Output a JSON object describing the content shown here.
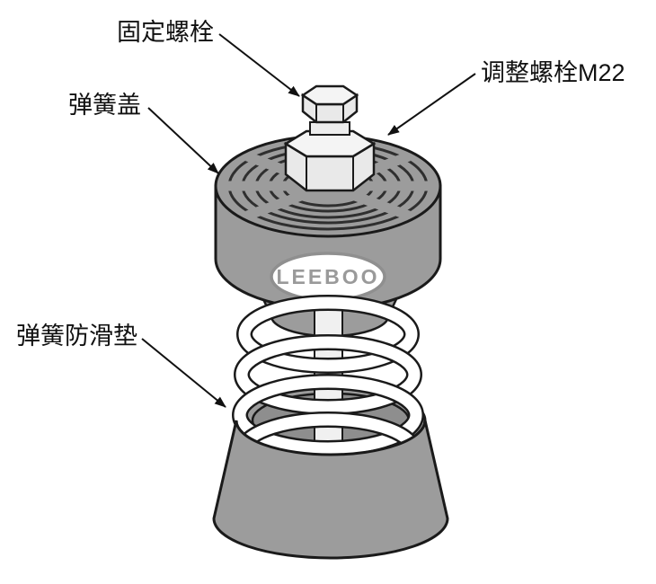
{
  "diagram": {
    "type": "technical-illustration",
    "subject": "spring vibration damper exploded view",
    "labels": {
      "fixing_bolt": "固定螺栓",
      "adjusting_bolt": "调整螺栓M22",
      "spring_cover": "弹簧盖",
      "spring_antislip_pad": "弹簧防滑垫"
    },
    "watermark": "LEEBOO",
    "colors": {
      "body_gray": "#9c9c9c",
      "inner_gray": "#8e8e8e",
      "groove_dark": "#2f2f2f",
      "outline": "#1a1a1a",
      "metal_light": "#f4f4f4",
      "metal_shade": "#e9e9e9",
      "badge_gray": "#8f8f8f",
      "background": "#ffffff"
    }
  }
}
